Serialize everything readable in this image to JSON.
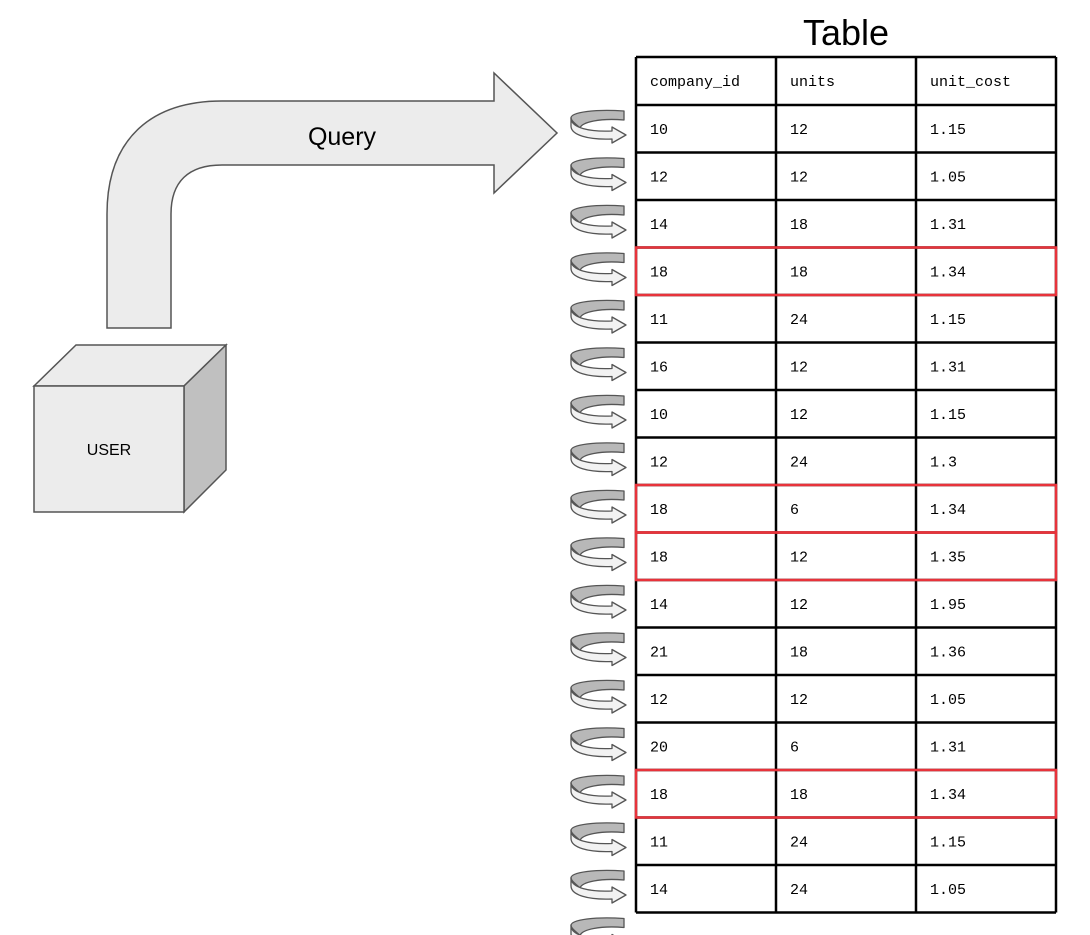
{
  "title": "Table",
  "query_label": "Query",
  "user_label": "USER",
  "colors": {
    "highlight": "#e8333b",
    "shape_fill": "#ececec",
    "shape_side": "#c0c0c0",
    "spiral_dark": "#b8b8b8",
    "spiral_light": "#f2f2f2",
    "stroke": "#555555",
    "grid": "#000000"
  },
  "table": {
    "columns": [
      "company_id",
      "units",
      "unit_cost"
    ],
    "rows": [
      {
        "cells": [
          "10",
          "12",
          "1.15"
        ],
        "highlighted": false
      },
      {
        "cells": [
          "12",
          "12",
          "1.05"
        ],
        "highlighted": false
      },
      {
        "cells": [
          "14",
          "18",
          "1.31"
        ],
        "highlighted": false
      },
      {
        "cells": [
          "18",
          "18",
          "1.34"
        ],
        "highlighted": true
      },
      {
        "cells": [
          "11",
          "24",
          "1.15"
        ],
        "highlighted": false
      },
      {
        "cells": [
          "16",
          "12",
          "1.31"
        ],
        "highlighted": false
      },
      {
        "cells": [
          "10",
          "12",
          "1.15"
        ],
        "highlighted": false
      },
      {
        "cells": [
          "12",
          "24",
          "1.3"
        ],
        "highlighted": false
      },
      {
        "cells": [
          "18",
          "6",
          "1.34"
        ],
        "highlighted": true
      },
      {
        "cells": [
          "18",
          "12",
          "1.35"
        ],
        "highlighted": true
      },
      {
        "cells": [
          "14",
          "12",
          "1.95"
        ],
        "highlighted": false
      },
      {
        "cells": [
          "21",
          "18",
          "1.36"
        ],
        "highlighted": false
      },
      {
        "cells": [
          "12",
          "12",
          "1.05"
        ],
        "highlighted": false
      },
      {
        "cells": [
          "20",
          "6",
          "1.31"
        ],
        "highlighted": false
      },
      {
        "cells": [
          "18",
          "18",
          "1.34"
        ],
        "highlighted": true
      },
      {
        "cells": [
          "11",
          "24",
          "1.15"
        ],
        "highlighted": false
      },
      {
        "cells": [
          "14",
          "24",
          "1.05"
        ],
        "highlighted": false
      }
    ]
  }
}
